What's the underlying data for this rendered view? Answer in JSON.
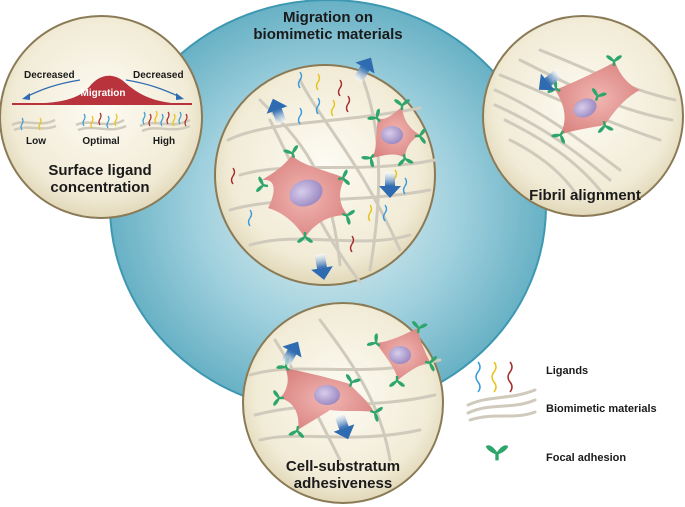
{
  "title": {
    "line1": "Migration on",
    "line2": "biomimetic materials"
  },
  "panels": {
    "ligand": {
      "title_line1": "Surface ligand",
      "title_line2": "concentration",
      "curve_label": "Migration",
      "left_arrow_label": "Decreased",
      "right_arrow_label": "Decreased",
      "levels": [
        "Low",
        "Optimal",
        "High"
      ]
    },
    "fibril": {
      "title": "Fibril alignment"
    },
    "adhesive": {
      "title_line1": "Cell-substratum",
      "title_line2": "adhesiveness"
    }
  },
  "legend": [
    {
      "icon": "ligands-icon",
      "label": "Ligands"
    },
    {
      "icon": "biomimetic-materials-icon",
      "label": "Biomimetic materials"
    },
    {
      "icon": "focal-adhesion-icon",
      "label": "Focal adhesion"
    }
  ],
  "colors": {
    "background_circle": "#5fb4c8",
    "panel_fill": "#f2eddc",
    "panel_border": "#8a7a55",
    "cell": "#e49a97",
    "nucleus": "#b8a6d6",
    "focal_adhesion": "#2ea66b",
    "arrow": "#2f6bb0",
    "fibre": "#d3cfc3",
    "ligand_blue": "#3a9ad9",
    "ligand_yellow": "#e8c21a",
    "ligand_red": "#a52a2a",
    "curve_fill": "#b8333b"
  }
}
